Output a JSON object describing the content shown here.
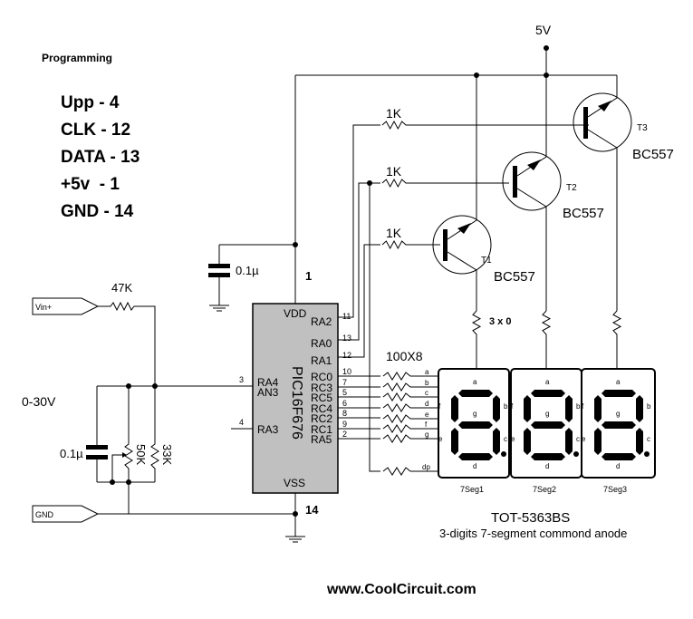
{
  "programming": {
    "title": "Programming",
    "pins": [
      "Upp - 4",
      "CLK - 12",
      "DATA - 13",
      "+5v  - 1",
      "GND - 14"
    ]
  },
  "supply": {
    "label": "5V"
  },
  "chip": {
    "name": "PIC16F676",
    "vdd": "VDD",
    "vss": "VSS",
    "vdd_pin": "1",
    "vss_pin": "14",
    "left_pins": [
      {
        "label": "RA4",
        "label2": "AN3",
        "pin": "3"
      },
      {
        "label": "RA3",
        "pin": "4"
      }
    ],
    "right_pins": [
      {
        "label": "RA2",
        "pin": "11"
      },
      {
        "label": "RA0",
        "pin": "13"
      },
      {
        "label": "RA1",
        "pin": "12"
      },
      {
        "label": "RC0",
        "pin": "10"
      },
      {
        "label": "RC3",
        "pin": "7"
      },
      {
        "label": "RC5",
        "pin": "5"
      },
      {
        "label": "RC4",
        "pin": "6"
      },
      {
        "label": "RC2",
        "pin": "8"
      },
      {
        "label": "RC1",
        "pin": "9"
      },
      {
        "label": "RA5",
        "pin": "2"
      }
    ]
  },
  "components": {
    "cap_vdd": "0.1µ",
    "cap_in": "0.1µ",
    "r_in": "47K",
    "pot": "50K",
    "r_div": "33K",
    "r_base": [
      "1K",
      "1K",
      "1K"
    ],
    "r_seg_array": "100X8",
    "r_collector": "3 x 0",
    "transistors": [
      {
        "id": "T1",
        "model": "BC557"
      },
      {
        "id": "T2",
        "model": "BC557"
      },
      {
        "id": "T3",
        "model": "BC557"
      }
    ]
  },
  "inputs": {
    "vin": "Vin+",
    "gnd": "GND",
    "range": "0-30V"
  },
  "segment_lines": [
    "a",
    "b",
    "c",
    "d",
    "e",
    "f",
    "g",
    "dp"
  ],
  "display": {
    "part": "TOT-5363BS",
    "description": "3-digits 7-segment commond anode",
    "digits": [
      {
        "name": "7Seg1"
      },
      {
        "name": "7Seg2"
      },
      {
        "name": "7Seg3"
      }
    ],
    "segment_labels": {
      "a": "a",
      "b": "b",
      "c": "c",
      "d": "d",
      "e": "e",
      "f": "f",
      "g": "g"
    }
  },
  "footer": {
    "website": "www.CoolCircuit.com"
  }
}
